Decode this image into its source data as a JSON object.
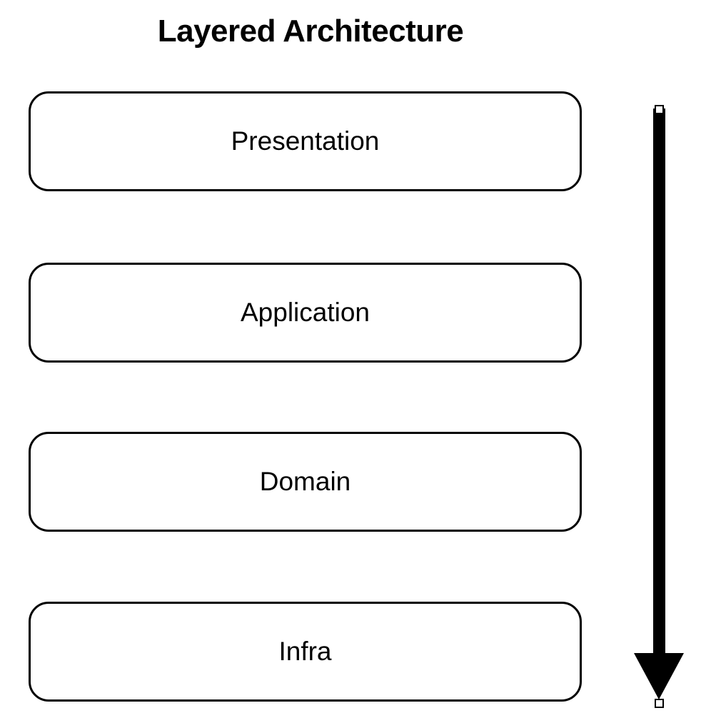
{
  "diagram": {
    "title": "Layered Architecture",
    "layers": [
      {
        "label": "Presentation"
      },
      {
        "label": "Application"
      },
      {
        "label": "Domain"
      },
      {
        "label": "Infra"
      }
    ],
    "arrow": {
      "direction": "down",
      "handles": [
        "top",
        "bottom"
      ]
    },
    "colors": {
      "background": "#ffffff",
      "stroke": "#000000",
      "shape_fill": "#ffffff",
      "text": "#000000",
      "handle_fill": "#ffffff"
    }
  }
}
